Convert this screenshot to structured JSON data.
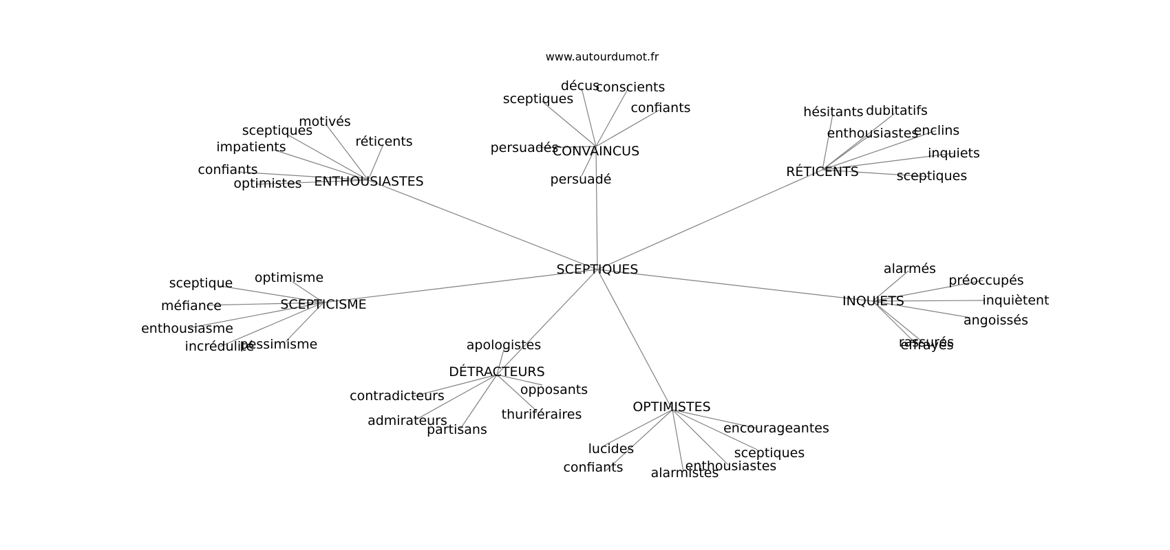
{
  "watermark": "www.autourdumot.fr",
  "center": "SCEPTIQUES",
  "groups": [
    {
      "hub": "CONVAINCUS",
      "leaves": [
        "décus",
        "conscients",
        "sceptiques",
        "confiants",
        "persuadés",
        "persuadé"
      ]
    },
    {
      "hub": "ENTHOUSIASTES",
      "leaves": [
        "motivés",
        "sceptiques",
        "réticents",
        "impatients",
        "confiants",
        "optimistes"
      ]
    },
    {
      "hub": "RÉTICENTS",
      "leaves": [
        "hésitants",
        "dubitatifs",
        "enthousiastes",
        "enclins",
        "inquiets",
        "sceptiques"
      ]
    },
    {
      "hub": "SCEPTICISME",
      "leaves": [
        "optimisme",
        "sceptique",
        "méfiance",
        "enthousiasme",
        "incrédulité",
        "pessimisme"
      ]
    },
    {
      "hub": "INQUIETS",
      "leaves": [
        "alarmés",
        "préoccupés",
        "inquiètent",
        "angoissés",
        "effrayés",
        "rassurés"
      ]
    },
    {
      "hub": "DÉTRACTEURS",
      "leaves": [
        "apologistes",
        "opposants",
        "contradicteurs",
        "thuriféraires",
        "admirateurs",
        "partisans"
      ]
    },
    {
      "hub": "OPTIMISTES",
      "leaves": [
        "encourageantes",
        "sceptiques",
        "lucides",
        "enthousiastes",
        "confiants",
        "alarmistes"
      ]
    }
  ]
}
